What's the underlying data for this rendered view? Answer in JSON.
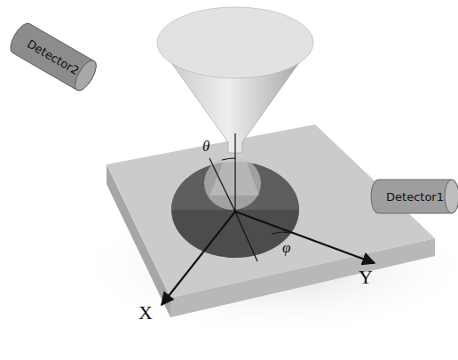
{
  "diagram": {
    "nodes": [
      {
        "text": [
          "Detector2"
        ]
      },
      {
        "text": [
          "Detector1"
        ]
      }
    ],
    "labels": [
      "θ",
      "φ",
      "X",
      "Y"
    ]
  }
}
